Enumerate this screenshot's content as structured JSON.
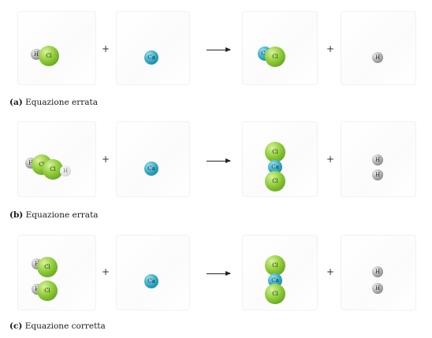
{
  "panels": [
    {
      "letter": "(a)",
      "caption": "Equazione errata",
      "reactant1": {
        "h": "H",
        "cl": "Cl"
      },
      "plus1": "+",
      "reactant2": {
        "ca": "Ca"
      },
      "product1": {
        "ca": "Ca",
        "cl": "Cl"
      },
      "plus2": "+",
      "product2": {
        "h": "H"
      }
    },
    {
      "letter": "(b)",
      "caption": "Equazione errata",
      "reactant1": {
        "h1": "H",
        "cl1": "Cl",
        "cl2": "Cl",
        "h2": "H"
      },
      "plus1": "+",
      "reactant2": {
        "ca": "Ca"
      },
      "product1": {
        "cl1": "Cl",
        "ca": "Ca",
        "cl2": "Cl"
      },
      "plus2": "+",
      "product2": {
        "h1": "H",
        "h2": "H"
      }
    },
    {
      "letter": "(c)",
      "caption": "Equazione corretta",
      "reactant1": {
        "h1": "H",
        "cl1": "Cl",
        "h2": "H",
        "cl2": "Cl"
      },
      "plus1": "+",
      "reactant2": {
        "ca": "Ca"
      },
      "product1": {
        "cl1": "Cl",
        "ca": "Ca",
        "cl2": "Cl"
      },
      "plus2": "+",
      "product2": {
        "h1": "H",
        "h2": "H"
      }
    }
  ],
  "colors": {
    "chlorine": "#8fcc38",
    "calcium": "#33a8c4",
    "hydrogen": "#a7a7a7",
    "arrow": "#222222"
  }
}
